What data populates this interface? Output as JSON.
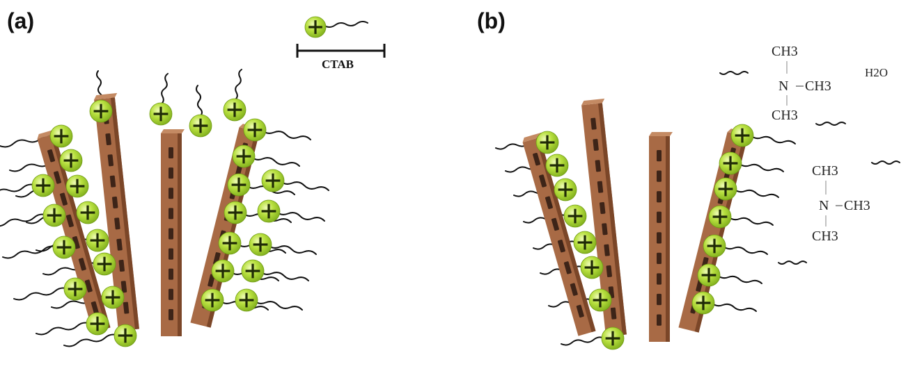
{
  "panels": {
    "a": {
      "label": "(a)"
    },
    "b": {
      "label": "(b)"
    }
  },
  "legend": {
    "label": "CTAB"
  },
  "molecules": {
    "top": {
      "ch3_top": "CH3",
      "n": "N",
      "ch3_right": "CH3",
      "ch3_bottom": "CH3"
    },
    "bottom": {
      "ch3_top": "CH3",
      "n": "N",
      "ch3_right": "CH3",
      "ch3_bottom": "CH3"
    },
    "water": "H2O"
  },
  "colors": {
    "plate_face": "#a86a45",
    "plate_side": "#7b4628",
    "plate_top": "#c48a63",
    "charge_mark": "#3d2418",
    "bead": "#a6d436",
    "bead_highlight": "#e6f7a6",
    "plus": "#1f2a06",
    "tail": "#111111"
  },
  "icons": [
    "ctab-molecule-icon",
    "clay-platelet-icon",
    "positive-charge-icon"
  ]
}
